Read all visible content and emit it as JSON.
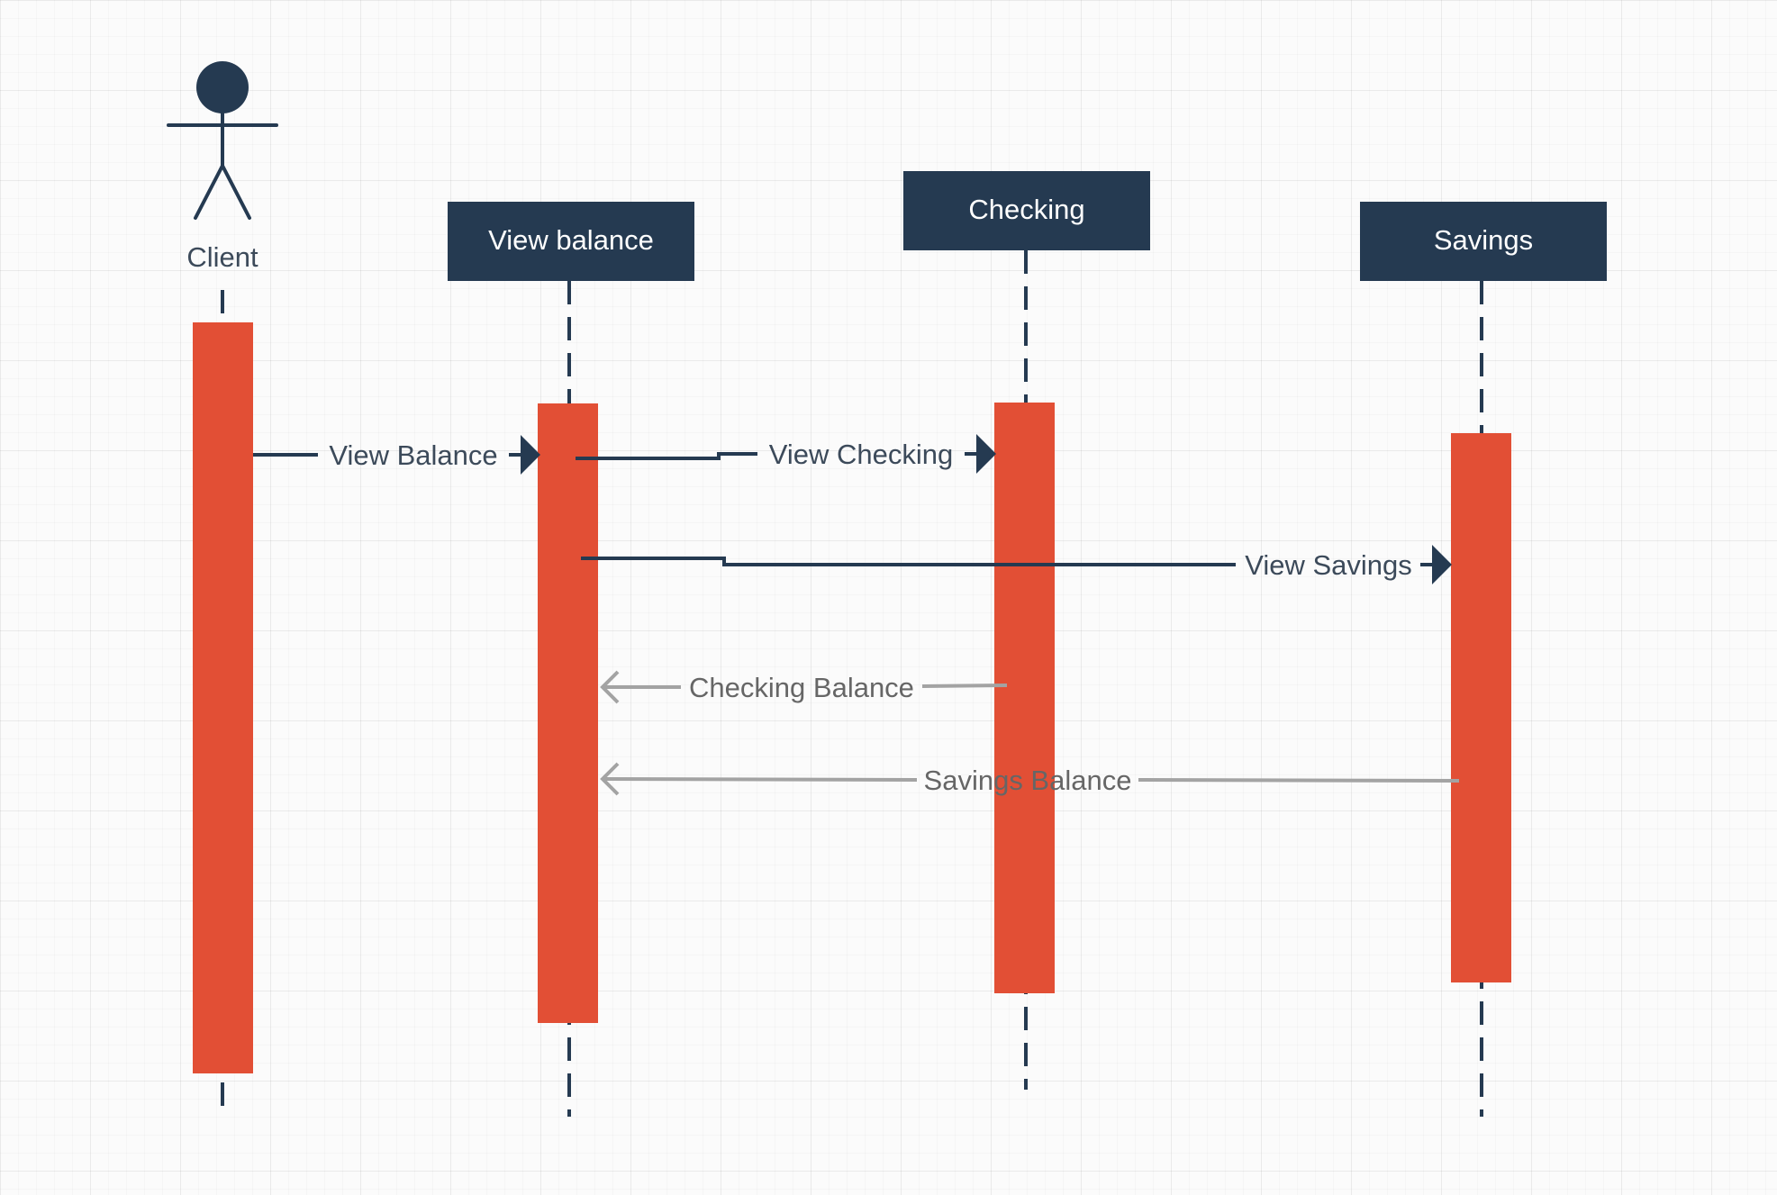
{
  "diagram": {
    "type": "sequence",
    "participants": [
      {
        "id": "client",
        "label": "Client",
        "kind": "actor"
      },
      {
        "id": "view_balance",
        "label": "View balance",
        "kind": "object"
      },
      {
        "id": "checking",
        "label": "Checking",
        "kind": "object"
      },
      {
        "id": "savings",
        "label": "Savings",
        "kind": "object"
      }
    ],
    "messages": [
      {
        "id": "m1",
        "label": "View Balance",
        "from": "client",
        "to": "view_balance",
        "kind": "call"
      },
      {
        "id": "m2",
        "label": "View Checking",
        "from": "view_balance",
        "to": "checking",
        "kind": "call"
      },
      {
        "id": "m3",
        "label": "View Savings",
        "from": "view_balance",
        "to": "savings",
        "kind": "call"
      },
      {
        "id": "m4",
        "label": "Checking Balance",
        "from": "checking",
        "to": "view_balance",
        "kind": "return"
      },
      {
        "id": "m5",
        "label": "Savings Balance",
        "from": "savings",
        "to": "view_balance",
        "kind": "return"
      }
    ],
    "colors": {
      "header_fill": "#253a51",
      "header_text": "#ffffff",
      "activation": "#e24f35",
      "call_line": "#253a51",
      "return_line": "#a3a3a3",
      "label_text": "#3c4a5a",
      "return_text": "#666666"
    }
  }
}
